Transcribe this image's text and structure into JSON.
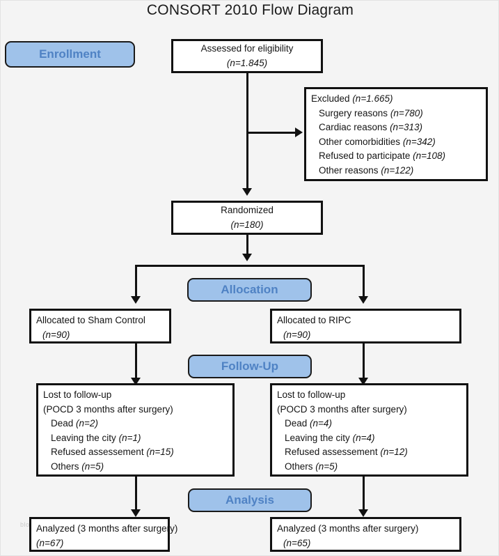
{
  "diagram": {
    "title": "CONSORT 2010 Flow Diagram",
    "watermark": "blo",
    "colors": {
      "page_background": "#f4f4f4",
      "box_fill": "#ffffff",
      "box_border": "#111111",
      "pill_fill": "#9fc2ea",
      "pill_text": "#4f82c4",
      "connector": "#111111"
    },
    "stages": {
      "enrollment": "Enrollment",
      "allocation": "Allocation",
      "followup": "Follow-Up",
      "analysis": "Analysis"
    },
    "nodes": {
      "assessed": {
        "line1": "Assessed for eligibility",
        "line2": "(n=1.845)"
      },
      "excluded": {
        "heading": "Excluded",
        "heading_n": "(n=1.665)",
        "reasons": [
          {
            "label": "Surgery reasons",
            "n": "(n=780)"
          },
          {
            "label": "Cardiac reasons",
            "n": "(n=313)"
          },
          {
            "label": "Other comorbidities",
            "n": "(n=342)"
          },
          {
            "label": "Refused to participate",
            "n": "(n=108)"
          },
          {
            "label": "Other reasons",
            "n": "(n=122)"
          }
        ]
      },
      "randomized": {
        "line1": "Randomized",
        "line2": "(n=180)"
      },
      "allocated_left": {
        "line1": "Allocated to Sham Control",
        "line2": "(n=90)"
      },
      "allocated_right": {
        "line1": "Allocated to RIPC",
        "line2": "(n=90)"
      },
      "lost_left": {
        "line1": "Lost to follow-up",
        "line2": "(POCD 3 months after surgery)",
        "items": [
          {
            "label": "Dead",
            "n": "(n=2)"
          },
          {
            "label": "Leaving the city",
            "n": "(n=1)"
          },
          {
            "label": "Refused assessement",
            "n": "(n=15)"
          },
          {
            "label": "Others",
            "n": "(n=5)"
          }
        ]
      },
      "lost_right": {
        "line1": "Lost to follow-up",
        "line2": "(POCD 3 months after surgery)",
        "items": [
          {
            "label": "Dead",
            "n": "(n=4)"
          },
          {
            "label": "Leaving the city",
            "n": "(n=4)"
          },
          {
            "label": "Refused assessement",
            "n": "(n=12)"
          },
          {
            "label": "Others",
            "n": "(n=5)"
          }
        ]
      },
      "analyzed_left": {
        "line1": "Analyzed (3 months after surgery)",
        "line2": "(n=67)"
      },
      "analyzed_right": {
        "line1": "Analyzed (3 months after surgery)",
        "line2": "(n=65)"
      }
    }
  },
  "chart_data": {
    "type": "diagram",
    "title": "CONSORT 2010 Flow Diagram",
    "flow": [
      {
        "stage": "Enrollment",
        "node": "Assessed for eligibility",
        "n": 1845
      },
      {
        "stage": "Enrollment",
        "node": "Excluded",
        "n": 1665,
        "breakdown": [
          {
            "reason": "Surgery reasons",
            "n": 780
          },
          {
            "reason": "Cardiac reasons",
            "n": 313
          },
          {
            "reason": "Other comorbidities",
            "n": 342
          },
          {
            "reason": "Refused to participate",
            "n": 108
          },
          {
            "reason": "Other reasons",
            "n": 122
          }
        ]
      },
      {
        "stage": "Enrollment",
        "node": "Randomized",
        "n": 180
      },
      {
        "stage": "Allocation",
        "node": "Allocated to Sham Control",
        "arm": "Sham Control",
        "n": 90
      },
      {
        "stage": "Allocation",
        "node": "Allocated to RIPC",
        "arm": "RIPC",
        "n": 90
      },
      {
        "stage": "Follow-Up",
        "node": "Lost to follow-up",
        "arm": "Sham Control",
        "breakdown": [
          {
            "reason": "Dead",
            "n": 2
          },
          {
            "reason": "Leaving the city",
            "n": 1
          },
          {
            "reason": "Refused assessement",
            "n": 15
          },
          {
            "reason": "Others",
            "n": 5
          }
        ]
      },
      {
        "stage": "Follow-Up",
        "node": "Lost to follow-up",
        "arm": "RIPC",
        "breakdown": [
          {
            "reason": "Dead",
            "n": 4
          },
          {
            "reason": "Leaving the city",
            "n": 4
          },
          {
            "reason": "Refused assessement",
            "n": 12
          },
          {
            "reason": "Others",
            "n": 5
          }
        ]
      },
      {
        "stage": "Analysis",
        "node": "Analyzed (3 months after surgery)",
        "arm": "Sham Control",
        "n": 67
      },
      {
        "stage": "Analysis",
        "node": "Analyzed (3 months after surgery)",
        "arm": "RIPC",
        "n": 65
      }
    ]
  }
}
